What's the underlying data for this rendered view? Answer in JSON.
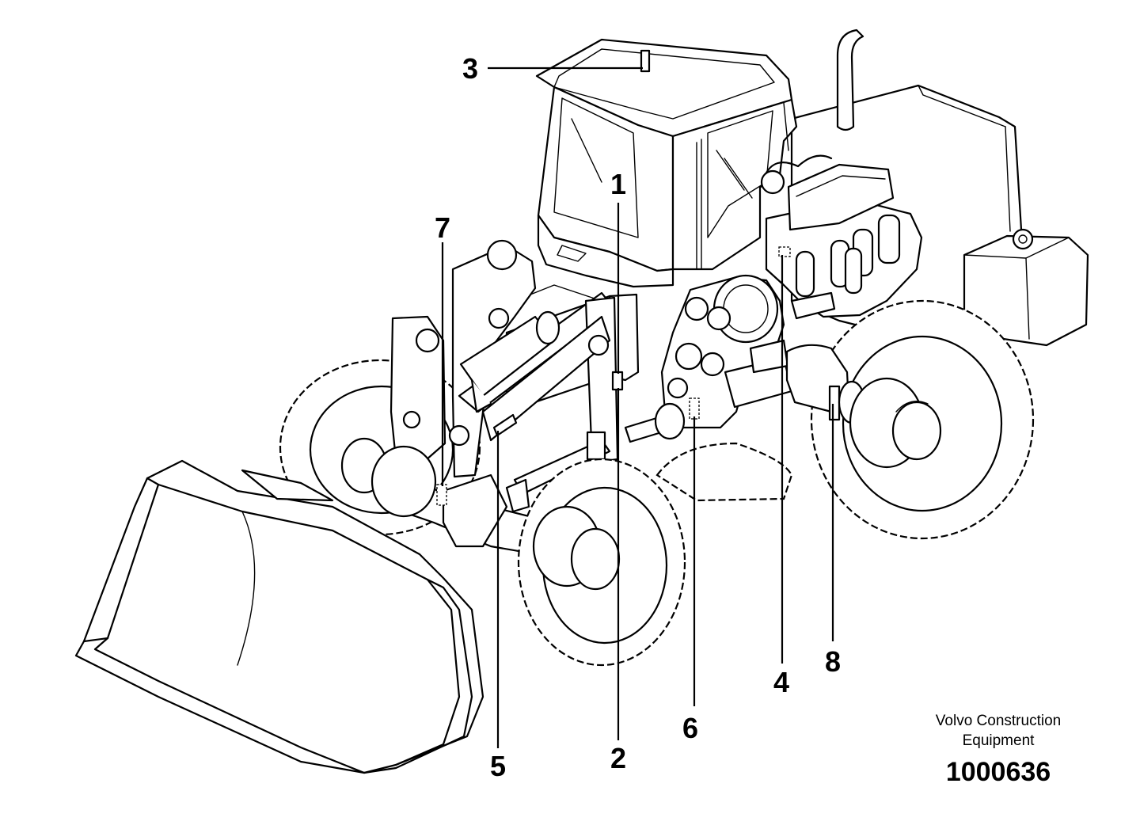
{
  "callouts": [
    {
      "id": "1",
      "label": "1"
    },
    {
      "id": "2",
      "label": "2"
    },
    {
      "id": "3",
      "label": "3"
    },
    {
      "id": "4",
      "label": "4"
    },
    {
      "id": "5",
      "label": "5"
    },
    {
      "id": "6",
      "label": "6"
    },
    {
      "id": "7",
      "label": "7"
    },
    {
      "id": "8",
      "label": "8"
    }
  ],
  "brand": {
    "line1": "Volvo Construction",
    "line2": "Equipment"
  },
  "part_number": "1000636"
}
